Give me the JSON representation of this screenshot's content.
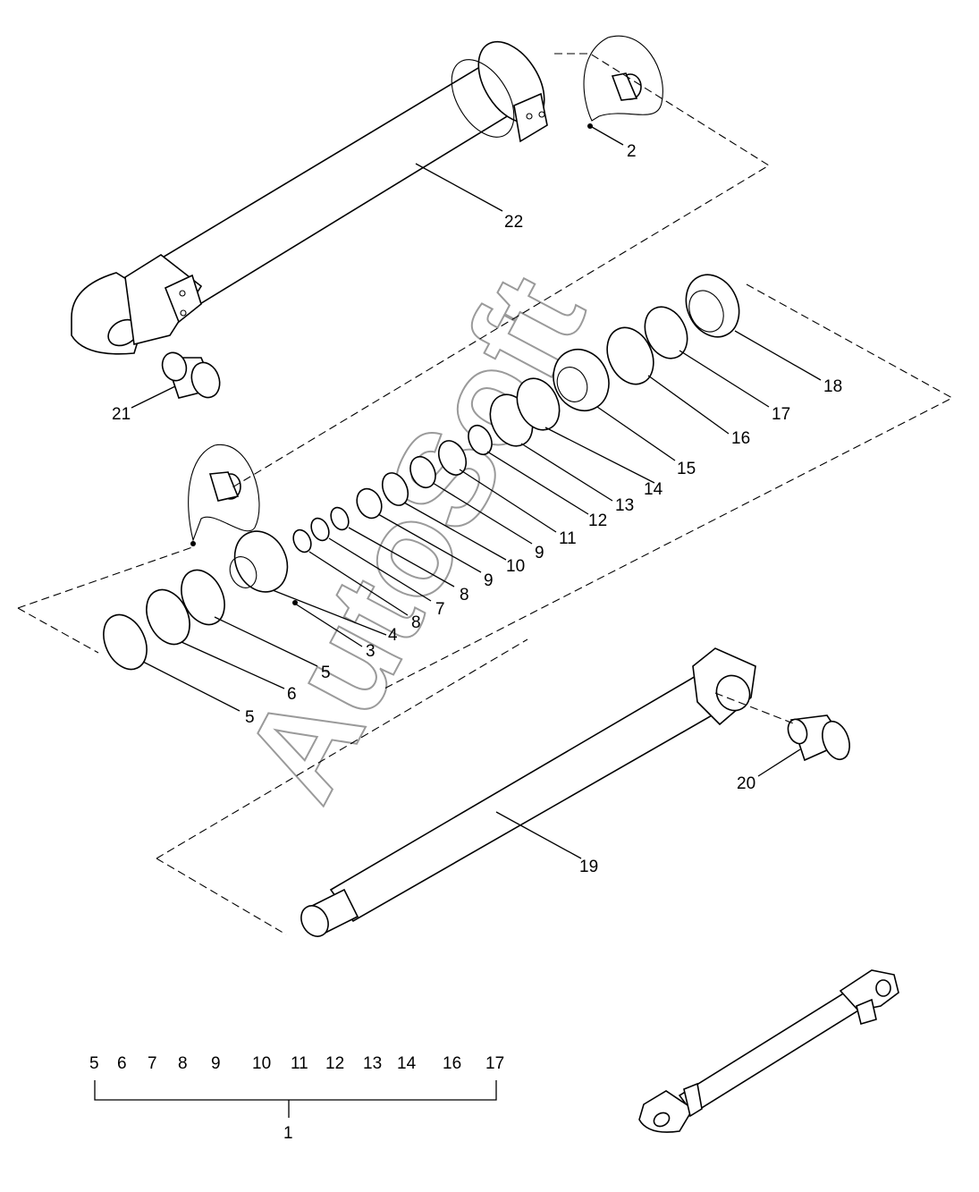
{
  "watermark": "AutoSoft",
  "callouts": [
    {
      "id": "c2",
      "text": "2"
    },
    {
      "id": "c22",
      "text": "22"
    },
    {
      "id": "c21",
      "text": "21"
    },
    {
      "id": "c18",
      "text": "18"
    },
    {
      "id": "c17",
      "text": "17"
    },
    {
      "id": "c16",
      "text": "16"
    },
    {
      "id": "c15",
      "text": "15"
    },
    {
      "id": "c14",
      "text": "14"
    },
    {
      "id": "c13",
      "text": "13"
    },
    {
      "id": "c12",
      "text": "12"
    },
    {
      "id": "c11",
      "text": "11"
    },
    {
      "id": "c9a",
      "text": "9"
    },
    {
      "id": "c10",
      "text": "10"
    },
    {
      "id": "c9b",
      "text": "9"
    },
    {
      "id": "c8a",
      "text": "8"
    },
    {
      "id": "c7",
      "text": "7"
    },
    {
      "id": "c8b",
      "text": "8"
    },
    {
      "id": "c4",
      "text": "4"
    },
    {
      "id": "c3",
      "text": "3"
    },
    {
      "id": "c5a",
      "text": "5"
    },
    {
      "id": "c6",
      "text": "6"
    },
    {
      "id": "c5b",
      "text": "5"
    },
    {
      "id": "c20",
      "text": "20"
    },
    {
      "id": "c19",
      "text": "19"
    }
  ],
  "kit": {
    "members": [
      "5",
      "6",
      "7",
      "8",
      "9",
      "10",
      "11",
      "12",
      "13",
      "14",
      "16",
      "17"
    ],
    "label": "1"
  }
}
